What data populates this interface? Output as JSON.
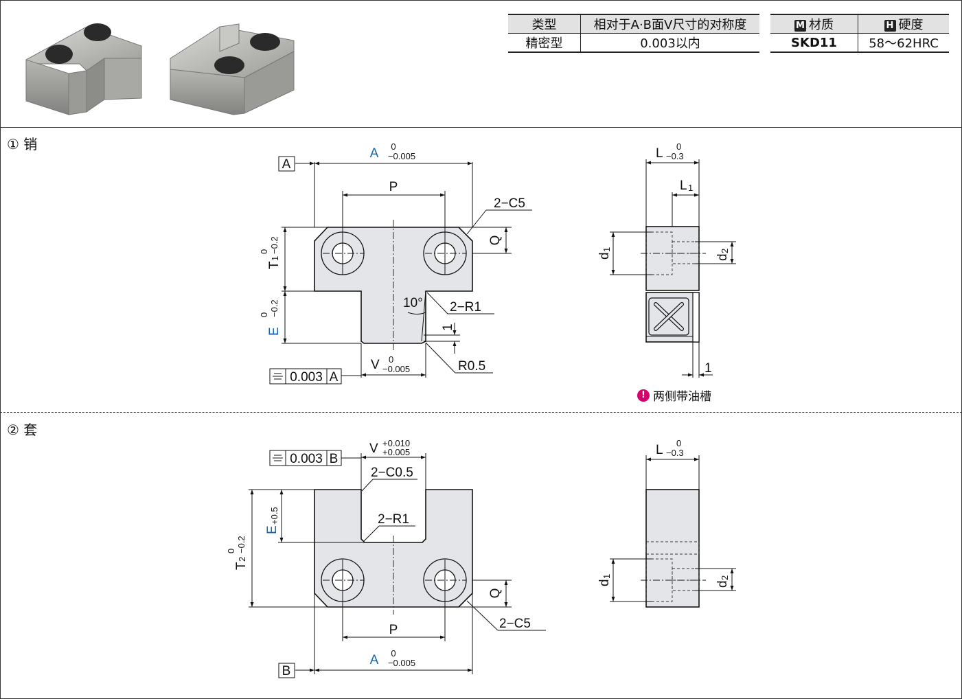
{
  "top_table": {
    "headers": [
      "类型",
      "相对于A·B面V尺寸的对称度"
    ],
    "row": [
      "精密型",
      "0.003以内"
    ]
  },
  "material_table": {
    "headers": [
      {
        "badge": "M",
        "label": "材质"
      },
      {
        "badge": "H",
        "label": "硬度"
      }
    ],
    "row": [
      "SKD11",
      "58～62HRC"
    ]
  },
  "sections": {
    "pin": {
      "title": "① 销",
      "note": "两侧带油槽",
      "front": {
        "datum": "A",
        "A_dim": "A",
        "A_tol_upper": "0",
        "A_tol_lower": "−0.005",
        "P": "P",
        "chamfer": "2−C5",
        "Q": "Q",
        "T1": "T",
        "T1_sub": "1",
        "T1_tol_upper": "0",
        "T1_tol_lower": "−0.2",
        "E": "E",
        "E_tol_upper": "0",
        "E_tol_lower": "−0.2",
        "angle": "10°",
        "fillet": "2−R1",
        "one": "1",
        "V": "V",
        "V_tol_upper": "0",
        "V_tol_lower": "−0.005",
        "R05": "R0.5",
        "symmetry_value": "0.003",
        "symmetry_datum": "A"
      },
      "side": {
        "L": "L",
        "L_tol_upper": "0",
        "L_tol_lower": "−0.3",
        "L1": "L",
        "L1_sub": "1",
        "d1": "d",
        "d1_sub": "1",
        "d2": "d",
        "d2_sub": "2",
        "one": "1"
      }
    },
    "sleeve": {
      "title": "② 套",
      "front": {
        "symmetry_value": "0.003",
        "symmetry_datum": "B",
        "V": "V",
        "V_tol_upper": "+0.010",
        "V_tol_lower": "+0.005",
        "chamfer_small": "2−C0.5",
        "T2": "T",
        "T2_sub": "2",
        "T2_tol_upper": "0",
        "T2_tol_lower": "−0.2",
        "E": "E",
        "E_tol": "+0.5",
        "fillet": "2−R1",
        "Q": "Q",
        "P": "P",
        "chamfer": "2−C5",
        "datum": "B",
        "A_dim": "A",
        "A_tol_upper": "0",
        "A_tol_lower": "−0.005"
      },
      "side": {
        "L": "L",
        "L_tol_upper": "0",
        "L_tol_lower": "−0.3",
        "d1": "d",
        "d1_sub": "1",
        "d2": "d",
        "d2_sub": "2"
      }
    }
  }
}
